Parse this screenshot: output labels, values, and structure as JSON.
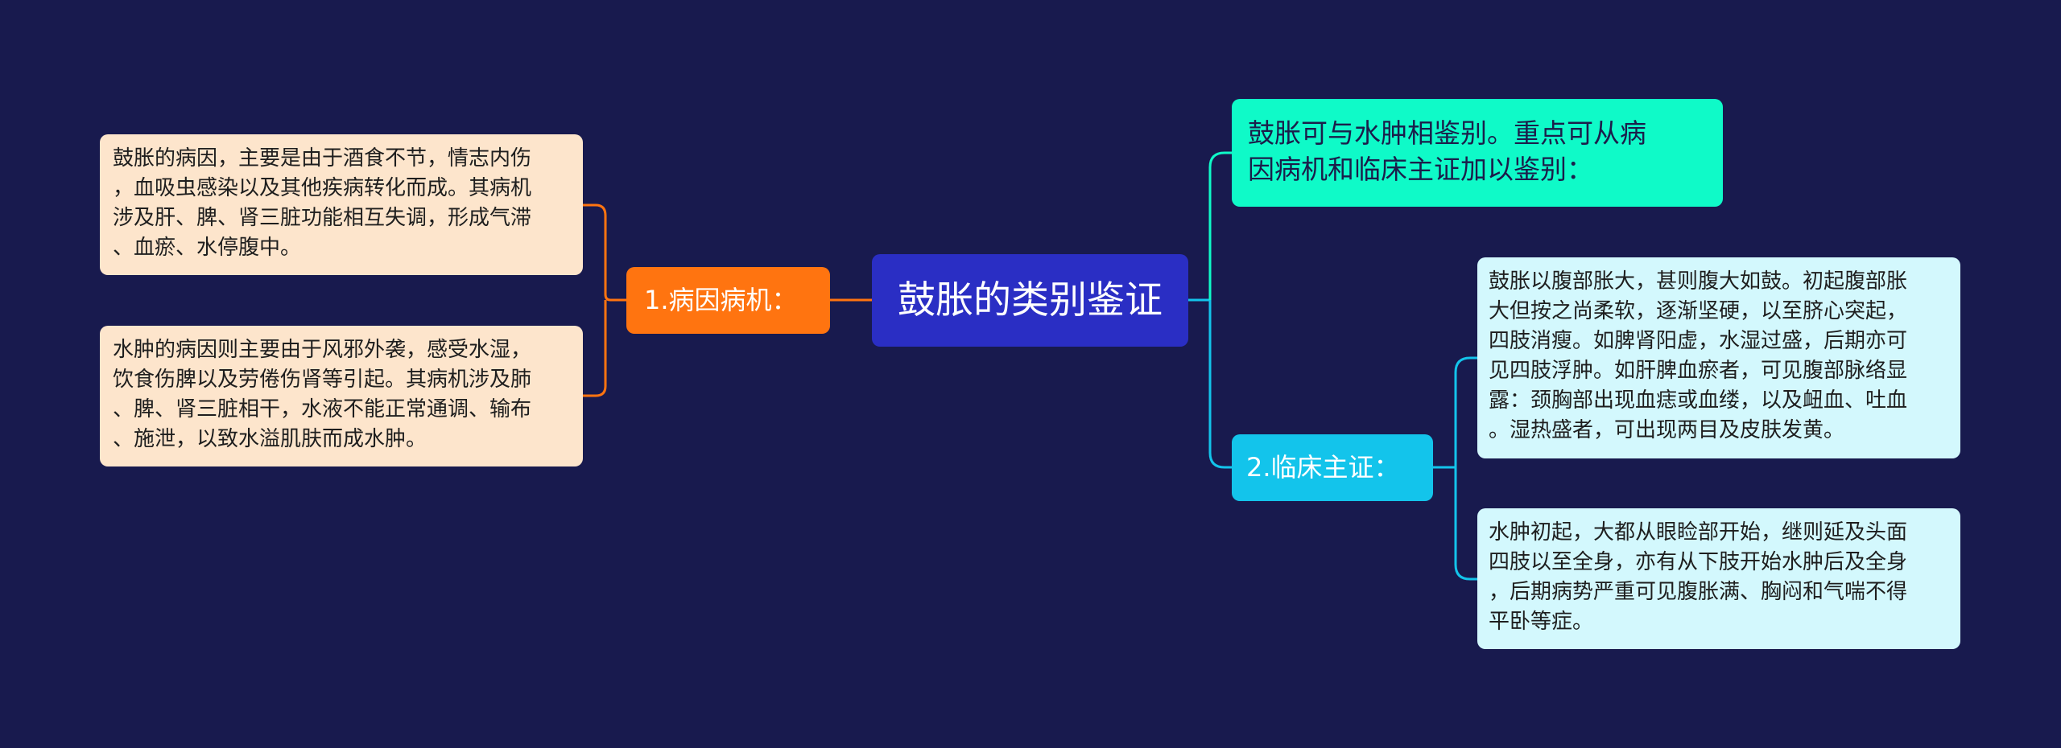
{
  "colors": {
    "background": "#181a4e",
    "root": "#2a2ec4",
    "left_branch": "#ff7410",
    "left_leaf": "#fde5cc",
    "right_top_branch": "#0ffac8",
    "right_branch": "#13c4eb",
    "right_leaf": "#d3f8fd"
  },
  "root": {
    "label": "鼓胀的类别鉴证"
  },
  "left_branch": {
    "label": "1.病因病机：",
    "leaves": [
      "鼓胀的病因，主要是由于酒食不节，情志内伤\n，血吸虫感染以及其他疾病转化而成。其病机\n涉及肝、脾、肾三脏功能相互失调，形成气滞\n、血瘀、水停腹中。",
      "水肿的病因则主要由于风邪外袭，感受水湿，\n饮食伤脾以及劳倦伤肾等引起。其病机涉及肺\n、脾、肾三脏相干，水液不能正常通调、输布\n、施泄，以致水溢肌肤而成水肿。"
    ]
  },
  "right_top_branch": {
    "label": "鼓胀可与水肿相鉴别。重点可从病\n因病机和临床主证加以鉴别："
  },
  "right_branch": {
    "label": "2.临床主证：",
    "leaves": [
      "鼓胀以腹部胀大，甚则腹大如鼓。初起腹部胀\n大但按之尚柔软，逐渐坚硬，以至脐心突起，\n四肢消瘦。如脾肾阳虚，水湿过盛，后期亦可\n见四肢浮肿。如肝脾血瘀者，可见腹部脉络显\n露：颈胸部出现血痣或血缕，以及衄血、吐血\n。湿热盛者，可出现两目及皮肤发黄。",
      "水肿初起，大都从眼睑部开始，继则延及头面\n四肢以至全身，亦有从下肢开始水肿后及全身\n，后期病势严重可见腹胀满、胸闷和气喘不得\n平卧等症。"
    ]
  }
}
